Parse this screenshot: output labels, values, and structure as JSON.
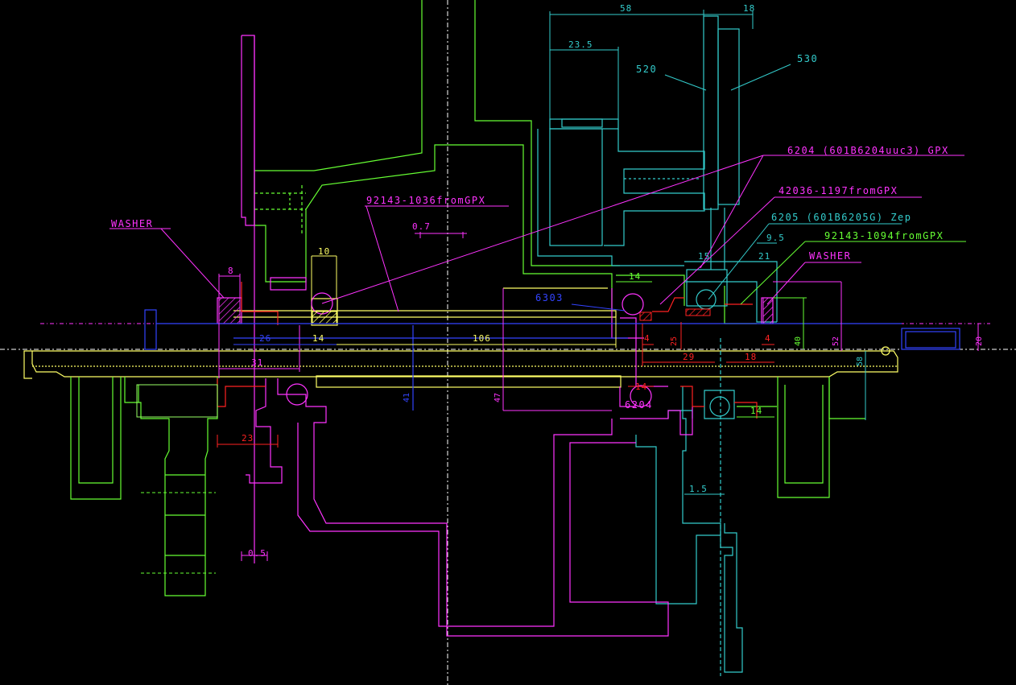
{
  "colors": {
    "background": "#000000",
    "yellow": "#ffff66",
    "green": "#66ff33",
    "cyan": "#33cccc",
    "magenta": "#ff33ff",
    "red": "#ff2222",
    "blue": "#3344ff",
    "white": "#ffffff",
    "light_green": "#99ff66"
  },
  "labels": {
    "washer_left": "WASHER",
    "washer_right": "WASHER",
    "part_92143_1036": "92143-1036fromGPX",
    "part_6204_gpx": "6204 (601B6204uuc3) GPX",
    "part_42036": "42036-1197fromGPX",
    "part_6205": "6205 (601B6205G) Zep",
    "part_92143_1094": "92143-1094fromGPX",
    "bearing_6303": "6303",
    "bearing_6204": "6204",
    "ref_520": "520",
    "ref_530": "530"
  },
  "dimensions": {
    "d58": "58",
    "d18_top": "18",
    "d23_5": "23.5",
    "d10": "10",
    "d0_7": "0.7",
    "d8": "8",
    "d14_left": "14",
    "d26": "26",
    "d106": "106",
    "d31": "31",
    "d23": "23",
    "d41": "41",
    "d47": "47",
    "d14_mid": "14",
    "d4_mid": "4",
    "d25": "25",
    "d29": "29",
    "d15": "15",
    "d21": "21",
    "d9_5": "9.5",
    "d4_right": "4",
    "d18_right": "18",
    "d40": "40",
    "d52": "52",
    "d58_v": "58",
    "d20": "20",
    "d14_bottom": "14",
    "d14_6204": "14",
    "d1_5": "1.5",
    "d0_5": "0.5"
  }
}
